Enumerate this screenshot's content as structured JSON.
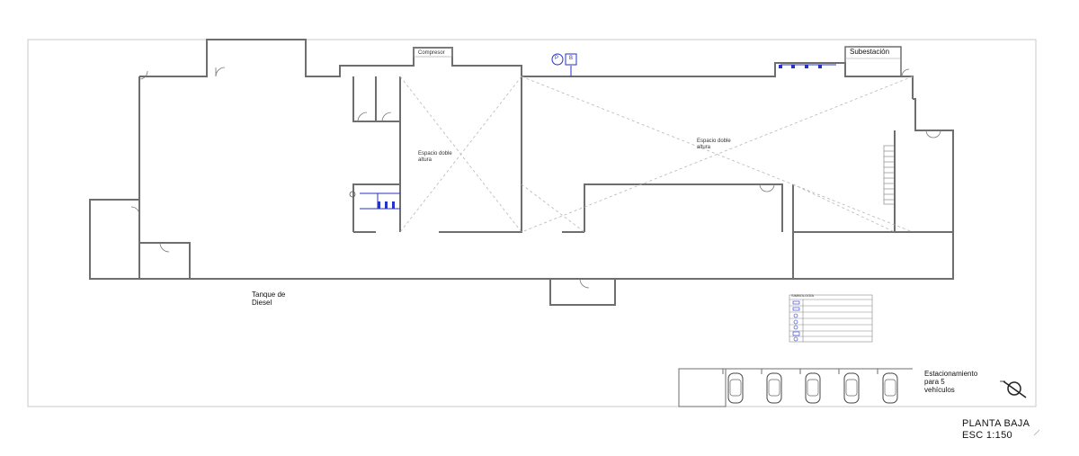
{
  "labels": {
    "compresor": "Compresor",
    "subestacion": "Subestación",
    "espacio_1": "Espacio doble\naltura",
    "espacio_2": "Espacio doble\naltura",
    "tanque": "Tanque de\nDiesel",
    "estacionamiento": "Estacionamiento\npara 5\nvehículos",
    "plan_title": "PLANTA BAJA",
    "plan_scale": "ESC 1:150",
    "equipment_p": "P",
    "equipment_b": "B"
  },
  "legend": {
    "title": "SIMBOLOGÍA",
    "rows": [
      "",
      "",
      "",
      "",
      "",
      "",
      ""
    ]
  },
  "parking": {
    "spaces": 5
  },
  "colors": {
    "line": "#555555",
    "wall": "#6e6e6e",
    "dash": "#b5b5b5",
    "blue": "#2633c9"
  }
}
